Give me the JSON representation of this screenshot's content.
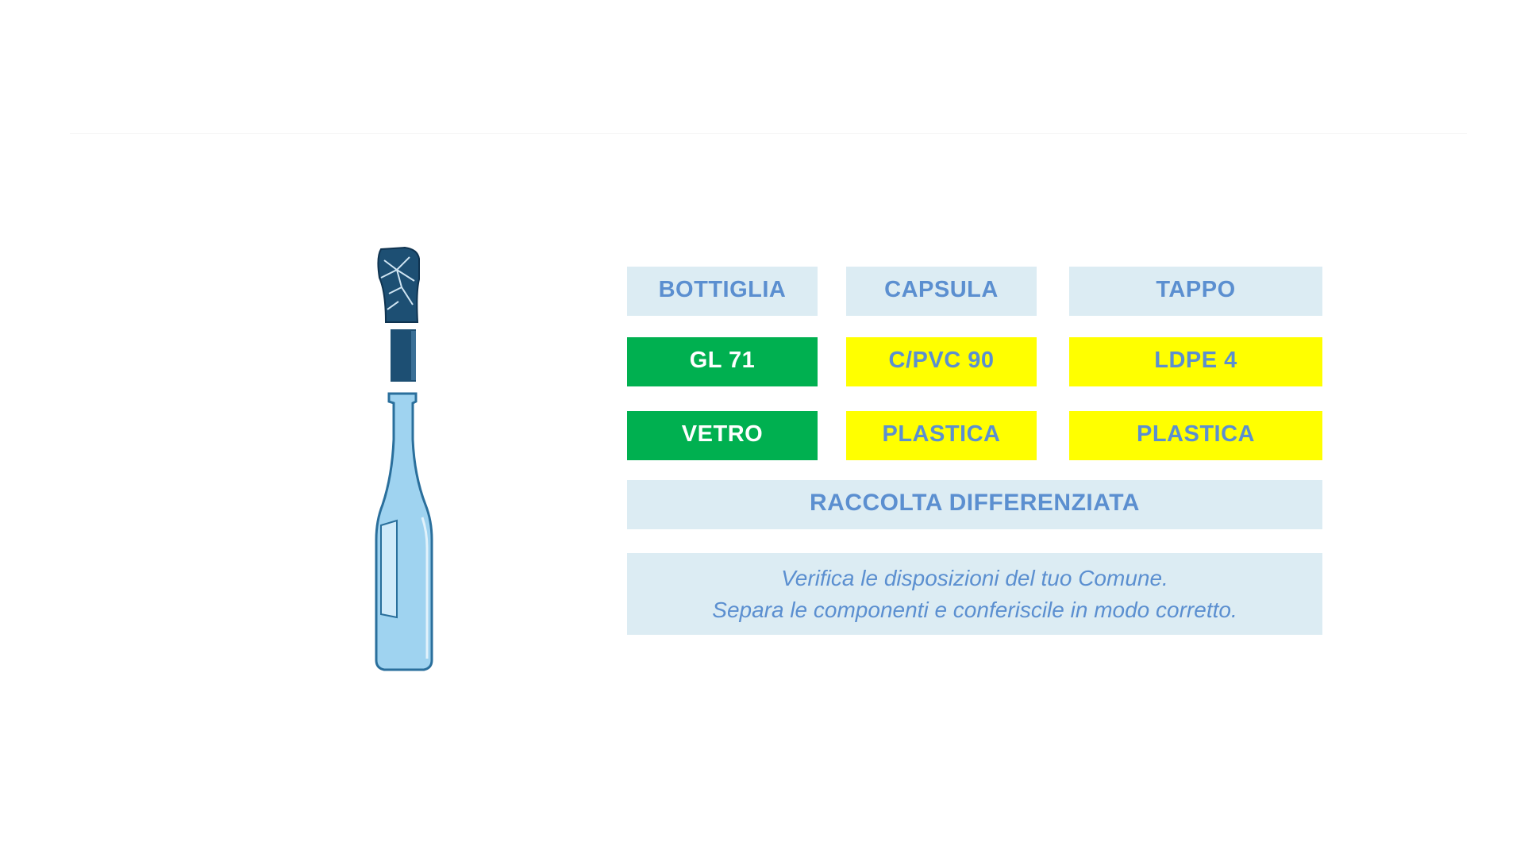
{
  "headers": {
    "bottle": "BOTTIGLIA",
    "capsule": "CAPSULA",
    "cap": "TAPPO"
  },
  "codes": {
    "bottle": "GL 71",
    "capsule": "C/PVC 90",
    "cap": "LDPE 4"
  },
  "materials": {
    "bottle": "VETRO",
    "capsule": "PLASTICA",
    "cap": "PLASTICA"
  },
  "collection": "RACCOLTA DIFFERENZIATA",
  "note": {
    "line1": "Verifica le disposizioni del tuo Comune.",
    "line2": "Separa le componenti e conferiscile in modo corretto."
  },
  "colors": {
    "header_bg": "#dcecf3",
    "text_blue": "#5b8fd0",
    "glass_green": "#00b050",
    "plastic_yellow": "#ffff00",
    "bottle_fill": "#9fd3f0",
    "cork_fill": "#1d4f73"
  },
  "icons": [
    "bottle-icon",
    "cork-icon",
    "capsule-icon"
  ]
}
